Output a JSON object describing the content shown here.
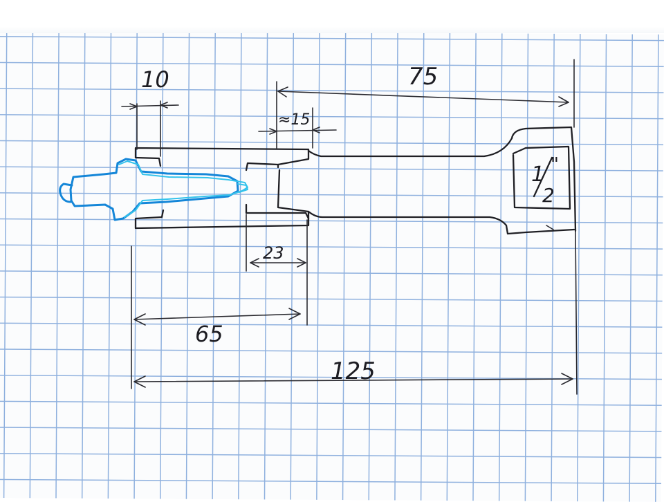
{
  "dimensions": {
    "d10": "10",
    "d75": "75",
    "d15": "≈15",
    "d23": "23",
    "d65": "65",
    "d125": "125"
  },
  "drive": {
    "numerator": "1",
    "denominator": "2",
    "unit": "\""
  },
  "colors": {
    "ink": "#1f1f24",
    "grid": "#8eb0de",
    "plug_dark": "#1486d8",
    "plug_light": "#33c3ec"
  }
}
